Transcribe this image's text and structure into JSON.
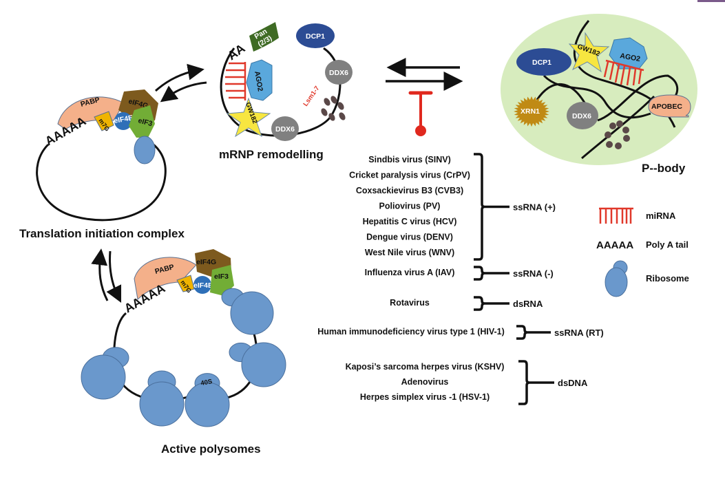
{
  "titles": {
    "translation": "Translation initiation complex",
    "mrnp": "mRNP remodelling",
    "pbody": "P--body",
    "polysomes": "Active polysomes"
  },
  "proteins": {
    "pabp": "PABP",
    "eif4g": "eIF4G",
    "eif4e": "eIF4E",
    "eif3": "eIF3",
    "m7g": "m7G",
    "polya": "AAAAA",
    "polya_short": "AA",
    "pan": "Pan",
    "pan_sub": "(2/3)",
    "dcp1": "DCP1",
    "ddx6": "DDX6",
    "ago2": "AGO2",
    "gw182": "GW182",
    "lsm": "Lsm1-7",
    "xrn1": "XRN1",
    "apobec": "APOBEC",
    "s40": "40S"
  },
  "virus_groups": [
    {
      "class": "ssRNA (+)",
      "viruses": [
        "Sindbis virus (SINV)",
        "Cricket paralysis virus (CrPV)",
        "Coxsackievirus B3 (CVB3)",
        "Poliovirus (PV)",
        "Hepatitis C virus (HCV)",
        "Dengue virus (DENV)",
        "West Nile virus (WNV)"
      ]
    },
    {
      "class": "ssRNA (-)",
      "viruses": [
        "Influenza virus A (IAV)"
      ]
    },
    {
      "class": "dsRNA",
      "viruses": [
        "Rotavirus"
      ]
    },
    {
      "class": "ssRNA (RT)",
      "viruses": [
        "Human immunodeficiency virus type 1 (HIV-1)"
      ]
    },
    {
      "class": "dsDNA",
      "viruses": [
        "Kaposi’s sarcoma herpes virus (KSHV)",
        "Adenovirus",
        "Herpes simplex virus -1 (HSV-1)"
      ]
    }
  ],
  "legend": [
    {
      "icon": "mirna-icon",
      "label": "miRNA"
    },
    {
      "icon": "poly-a-icon",
      "symbol": "AAAAA",
      "label": "Poly A tail"
    },
    {
      "icon": "ribosome-icon",
      "label": "Ribosome"
    }
  ],
  "colors": {
    "pabp": "#f4b08a",
    "eif4g": "#7d5a1e",
    "eif4e": "#2e6fb8",
    "eif3": "#72ad36",
    "m7g": "#f0b400",
    "ribosome": "#6a98cc",
    "dcp1": "#2c4c94",
    "ddx6": "#808080",
    "ago2": "#5aa8dc",
    "gw182": "#f7e640",
    "pan": "#3f6b24",
    "mirna": "#e0382a",
    "lsm": "#5a4848",
    "xrn1": "#c08a14",
    "apobec": "#f4b08a",
    "pbody_bg": "#d7ecbe",
    "inhibit": "#e0281e"
  }
}
